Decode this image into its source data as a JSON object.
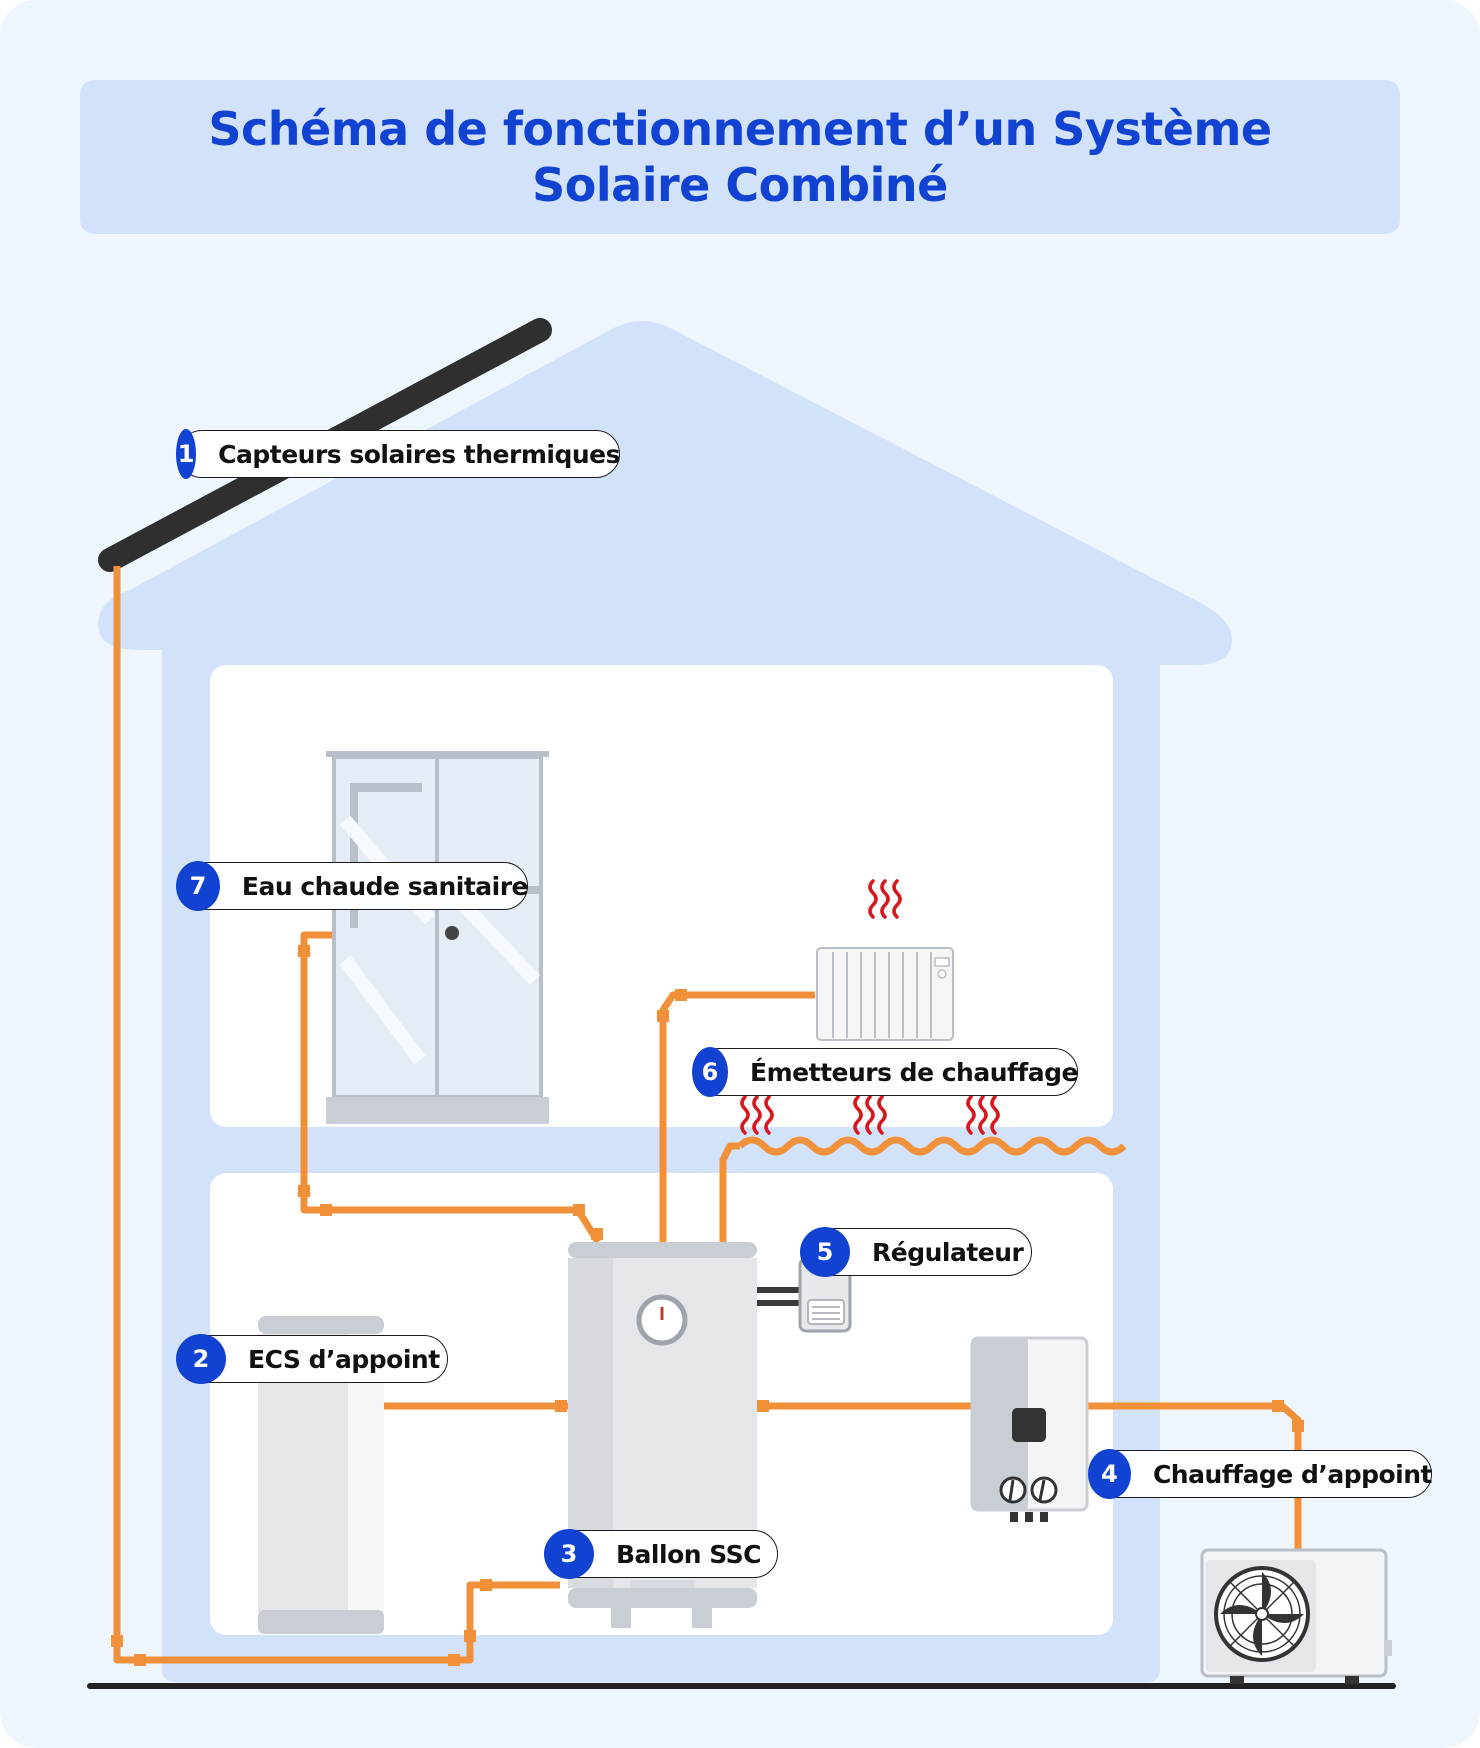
{
  "title": "Schéma de fonctionnement d’un Système Solaire Combiné",
  "colors": {
    "accent_blue": "#1242d2",
    "house_blue": "#d3e2fb",
    "pipe_orange": "#f0913a",
    "heat_red": "#d8161d",
    "background": "#eff5fd"
  },
  "labels": [
    {
      "number": "1",
      "text": "Capteurs solaires thermiques"
    },
    {
      "number": "2",
      "text": "ECS d’appoint"
    },
    {
      "number": "3",
      "text": "Ballon SSC"
    },
    {
      "number": "4",
      "text": "Chauffage d’appoint"
    },
    {
      "number": "5",
      "text": "Régulateur"
    },
    {
      "number": "6",
      "text": "Émetteurs de chauffage"
    },
    {
      "number": "7",
      "text": "Eau chaude sanitaire"
    }
  ],
  "icons": [
    "solar-collector-icon",
    "shower-cabin-icon",
    "radiator-icon",
    "heat-waves-icon",
    "storage-tank-icon",
    "water-heater-icon",
    "boiler-icon",
    "controller-icon",
    "outdoor-heat-pump-icon",
    "fan-icon"
  ]
}
